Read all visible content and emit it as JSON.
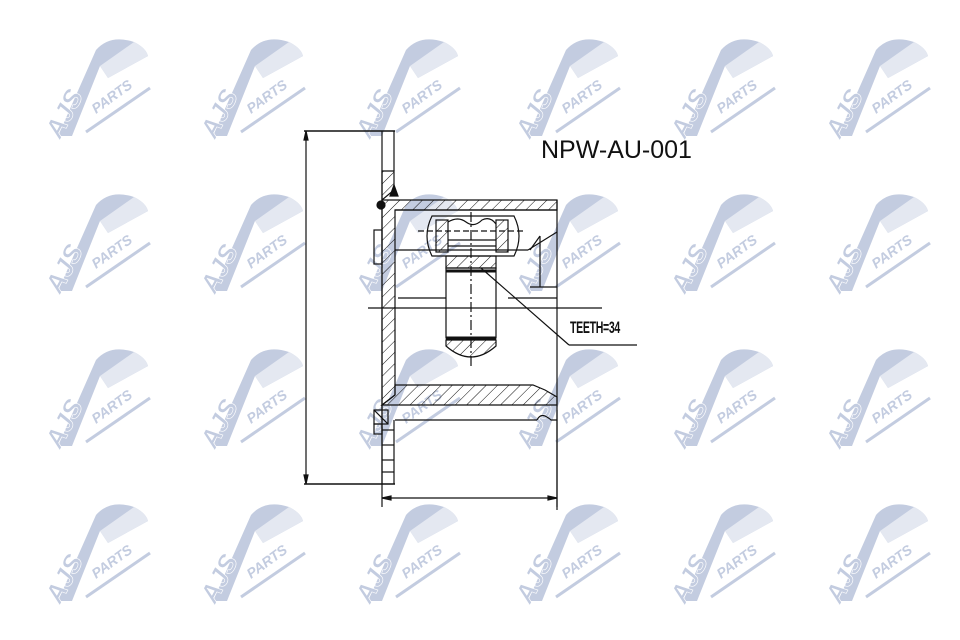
{
  "drawing": {
    "part_number": "NPW-AU-001",
    "teeth_label": "TEETH=34",
    "teeth_count": 34,
    "line_color": "#111111",
    "background": "#ffffff"
  },
  "watermark": {
    "text_main": "AJS",
    "text_sub": "PARTS",
    "color": "#c3cce0",
    "columns_x": [
      38,
      193,
      348,
      508,
      663,
      818
    ],
    "rows_y": [
      28,
      183,
      338,
      493
    ]
  }
}
